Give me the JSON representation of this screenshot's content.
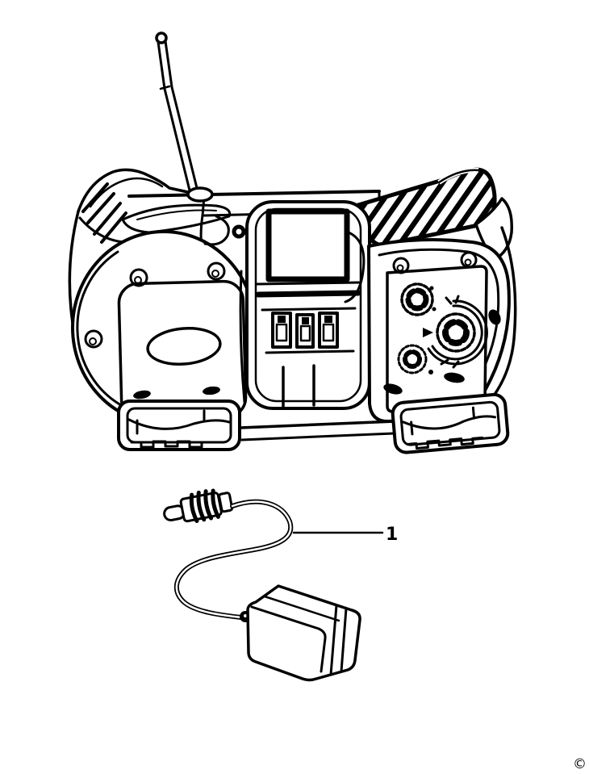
{
  "page": {
    "background_color": "#ffffff",
    "ink_color": "#000000"
  },
  "figure": {
    "type": "line-art-parts-illustration",
    "objects": [
      {
        "id": "radio",
        "description": "portable jobsite radio, rear view, with telescoping antenna, two speaker pods, center battery bay, control knobs and rubber feet"
      },
      {
        "id": "power-adapter",
        "description": "power adapter brick with cord and barrel plug"
      }
    ],
    "callouts": [
      {
        "number": "1",
        "target": "power-adapter"
      }
    ]
  },
  "footer": {
    "copyright_symbol": "©"
  }
}
